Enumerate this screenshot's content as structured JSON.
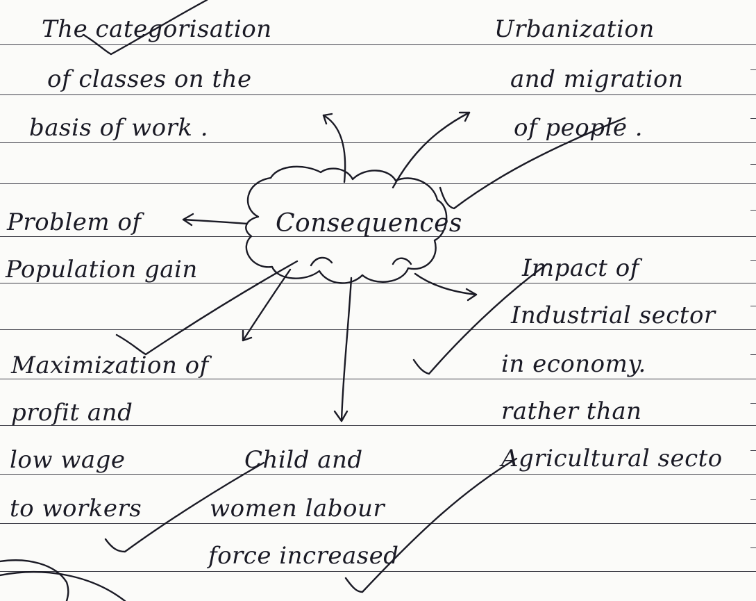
{
  "mind_map": {
    "center": "Consequences",
    "branches": {
      "categorisation": [
        "The categorisation",
        "of classes on the",
        "basis of work ."
      ],
      "urbanization": [
        "Urbanization",
        "and migration",
        "of people ."
      ],
      "population": [
        "Problem of",
        "Population gain"
      ],
      "industrial": [
        "Impact of",
        "Industrial sector",
        "in economy.",
        "rather than",
        "Agricultural secto"
      ],
      "profit": [
        "Maximization of",
        "profit and",
        "low wage",
        "to workers"
      ],
      "labour": [
        "Child and",
        "women labour",
        "force increased"
      ]
    }
  },
  "colors": {
    "paper": "#fbfbf9",
    "ruling": "#3c3c46",
    "ink": "#1a1a25"
  }
}
